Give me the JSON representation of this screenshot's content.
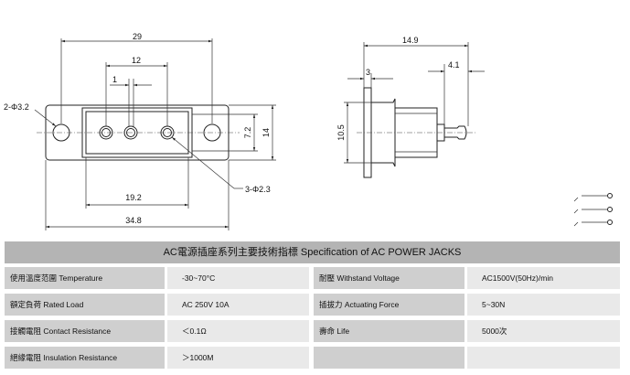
{
  "drawing": {
    "front_view": {
      "dim_overall_width": "29",
      "dim_pin_span": "12",
      "dim_pitch": "1",
      "dim_mount_hole": "2-Φ3.2",
      "dim_height_outer": "14",
      "dim_height_inner": "7.2",
      "dim_pin_hole": "3-Φ2.3",
      "dim_inner_width": "19.2",
      "dim_flange_width": "34.8"
    },
    "side_view": {
      "dim_total_length": "14.9",
      "dim_flange_thickness": "3",
      "dim_pin_length": "4.1",
      "dim_body_height": "10.5"
    }
  },
  "spec": {
    "title": "AC電源插座系列主要技術指標  Specification of AC POWER JACKS",
    "left_rows": [
      {
        "label": "使用溫度范圍 Temperature",
        "value": "-30~70°C"
      },
      {
        "label": "額定負荷 Rated Load",
        "value": "AC 250V 10A"
      },
      {
        "label": "接觸電阻 Contact Resistance",
        "value": "＜0.1Ω"
      },
      {
        "label": "絕緣電阻 Insulation Resistance",
        "value": "＞1000M"
      }
    ],
    "right_rows": [
      {
        "label": "耐壓 Withstand Voltage",
        "value": "AC1500V(50Hz)/min"
      },
      {
        "label": "插拔力 Actuating Force",
        "value": "5~30N"
      },
      {
        "label": "壽命 Life",
        "value": "5000次"
      },
      {
        "label": "",
        "value": ""
      }
    ]
  }
}
